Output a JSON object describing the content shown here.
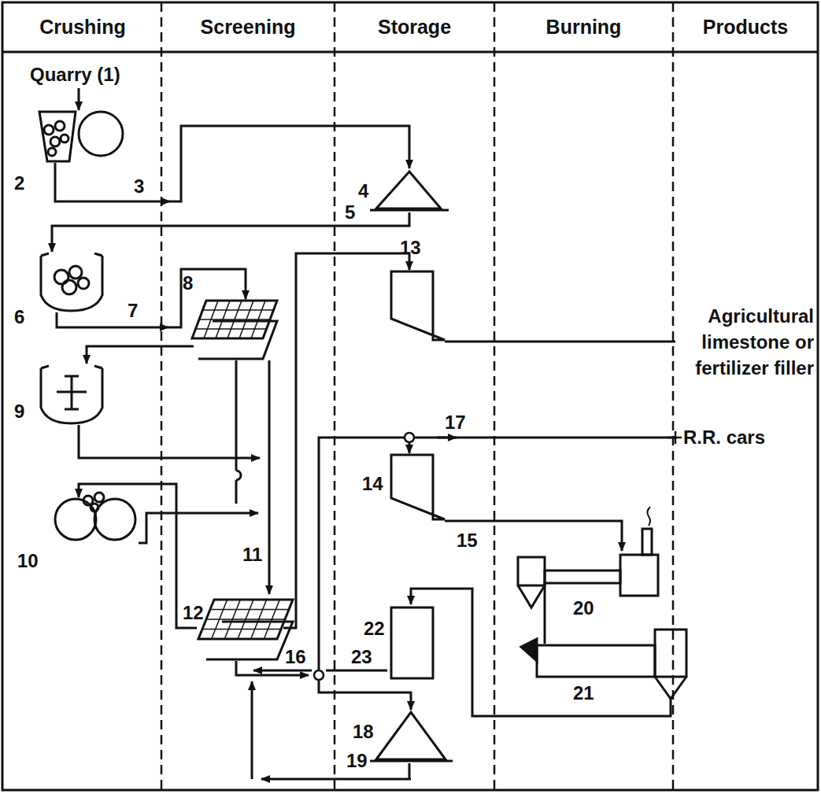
{
  "diagram": {
    "nodes": [
      {
        "text": [
          "Crushing"
        ]
      },
      {
        "text": [
          "Screening"
        ]
      },
      {
        "text": [
          "Storage"
        ]
      },
      {
        "text": [
          "Burning"
        ]
      },
      {
        "text": [
          "Products"
        ]
      }
    ],
    "labels": [
      "Quarry (1)",
      "2",
      "3",
      "4",
      "5",
      "6",
      "7",
      "8",
      "9",
      "10",
      "11",
      "12",
      "13",
      "14",
      "15",
      "16",
      "17",
      "18",
      "19",
      "20",
      "21",
      "22",
      "23",
      "Agricultural limestone or fertilizer filler",
      "R.R. cars"
    ]
  }
}
